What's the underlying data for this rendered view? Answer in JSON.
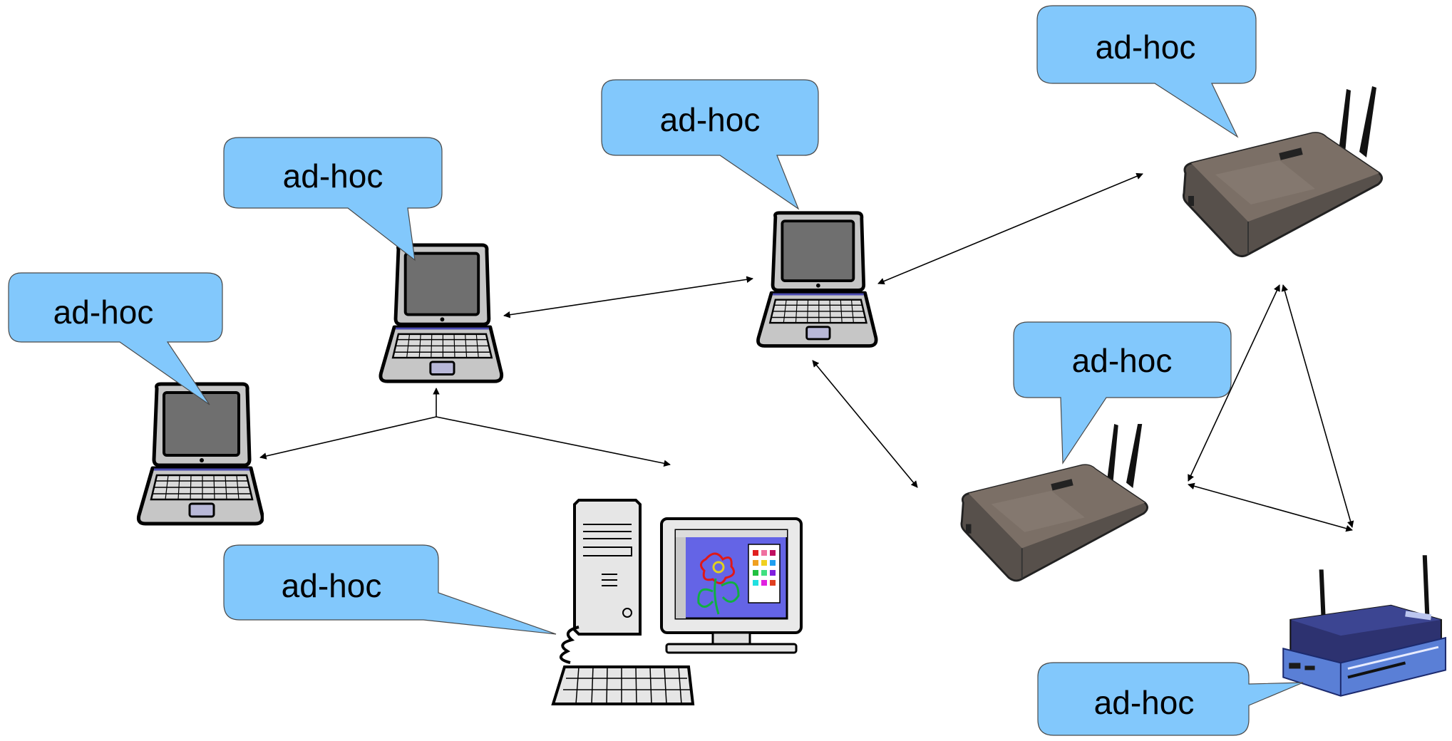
{
  "diagram": {
    "colors": {
      "bubble_fill": "#82C8FC",
      "bubble_stroke": "#4a4a4a",
      "arrow": "#000000",
      "laptop_body": "#c6c6c6",
      "laptop_screen": "#6f6f6f",
      "router_body": "#6b5f58",
      "linksys_body": "#2d3270"
    },
    "nodes": [
      {
        "id": "laptop-far-left",
        "type": "laptop",
        "label": "ad-hoc"
      },
      {
        "id": "laptop-left",
        "type": "laptop",
        "label": "ad-hoc"
      },
      {
        "id": "laptop-center",
        "type": "laptop",
        "label": "ad-hoc"
      },
      {
        "id": "desktop",
        "type": "desktop-computer",
        "label": "ad-hoc"
      },
      {
        "id": "access-point-top",
        "type": "wireless-access-point",
        "label": "ad-hoc"
      },
      {
        "id": "access-point-middle",
        "type": "wireless-access-point",
        "label": "ad-hoc"
      },
      {
        "id": "linksys-router",
        "type": "wireless-router",
        "label": "ad-hoc"
      }
    ],
    "links": [
      {
        "from": "laptop-left",
        "to": "laptop-far-left"
      },
      {
        "from": "laptop-left",
        "to": "desktop"
      },
      {
        "from": "laptop-left",
        "to": "laptop-center"
      },
      {
        "from": "laptop-center",
        "to": "access-point-top"
      },
      {
        "from": "laptop-center",
        "to": "access-point-middle"
      },
      {
        "from": "access-point-top",
        "to": "access-point-middle"
      },
      {
        "from": "access-point-top",
        "to": "linksys-router"
      },
      {
        "from": "access-point-middle",
        "to": "linksys-router"
      }
    ]
  }
}
